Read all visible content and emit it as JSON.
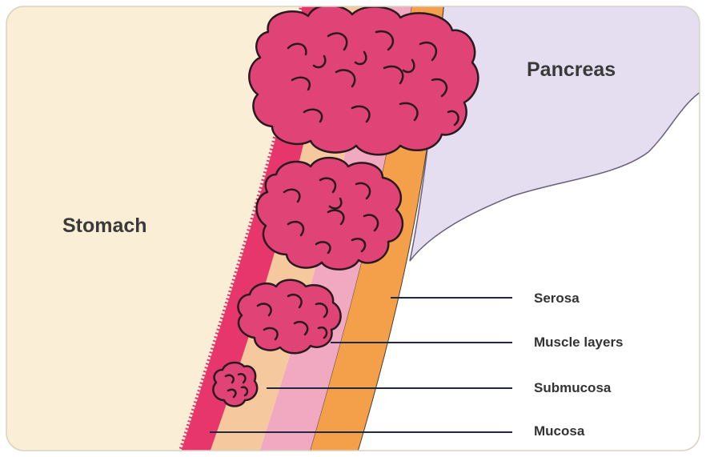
{
  "figure": {
    "organs": {
      "stomach": "Stomach",
      "pancreas": "Pancreas"
    },
    "layers": [
      {
        "label": "Serosa"
      },
      {
        "label": "Muscle layers"
      },
      {
        "label": "Submucosa"
      },
      {
        "label": "Mucosa"
      }
    ],
    "colors": {
      "stomach": "#fbeed6",
      "pancreas": "#e4def0",
      "serosa": "#f4a04a",
      "muscle": "#f1a8c1",
      "submucosa": "#f6c89e",
      "mucosa": "#e6366b",
      "tumor": "#e04477",
      "leader_line": "#1e2a44"
    }
  }
}
